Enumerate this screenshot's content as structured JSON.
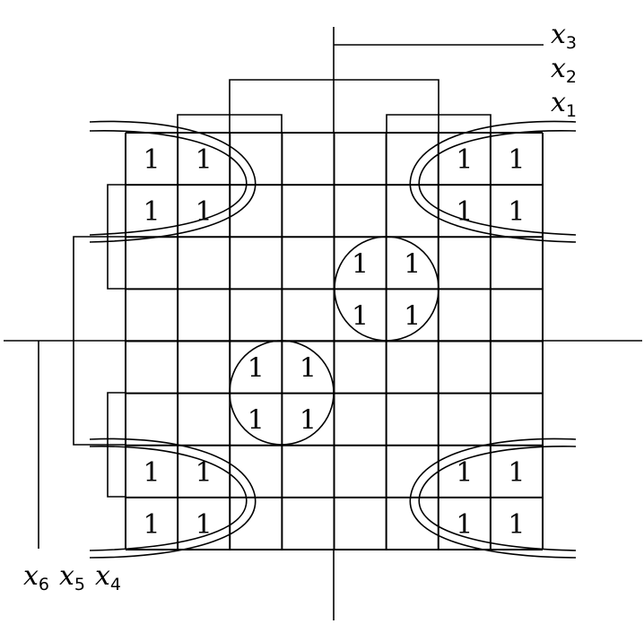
{
  "variables": {
    "x1": {
      "base": "x",
      "sub": "1"
    },
    "x2": {
      "base": "x",
      "sub": "2"
    },
    "x3": {
      "base": "x",
      "sub": "3"
    },
    "x4": {
      "base": "x",
      "sub": "4"
    },
    "x5": {
      "base": "x",
      "sub": "5"
    },
    "x6": {
      "base": "x",
      "sub": "6"
    }
  },
  "cells": {
    "rows": 8,
    "cols": 8,
    "cell_value": "1",
    "ones": [
      [
        0,
        0
      ],
      [
        0,
        1
      ],
      [
        1,
        0
      ],
      [
        1,
        1
      ],
      [
        0,
        6
      ],
      [
        0,
        7
      ],
      [
        1,
        6
      ],
      [
        1,
        7
      ],
      [
        2,
        4
      ],
      [
        2,
        5
      ],
      [
        3,
        4
      ],
      [
        3,
        5
      ],
      [
        4,
        2
      ],
      [
        4,
        3
      ],
      [
        5,
        2
      ],
      [
        5,
        3
      ],
      [
        6,
        0
      ],
      [
        6,
        1
      ],
      [
        7,
        0
      ],
      [
        7,
        1
      ],
      [
        6,
        6
      ],
      [
        6,
        7
      ],
      [
        7,
        6
      ],
      [
        7,
        7
      ]
    ]
  }
}
